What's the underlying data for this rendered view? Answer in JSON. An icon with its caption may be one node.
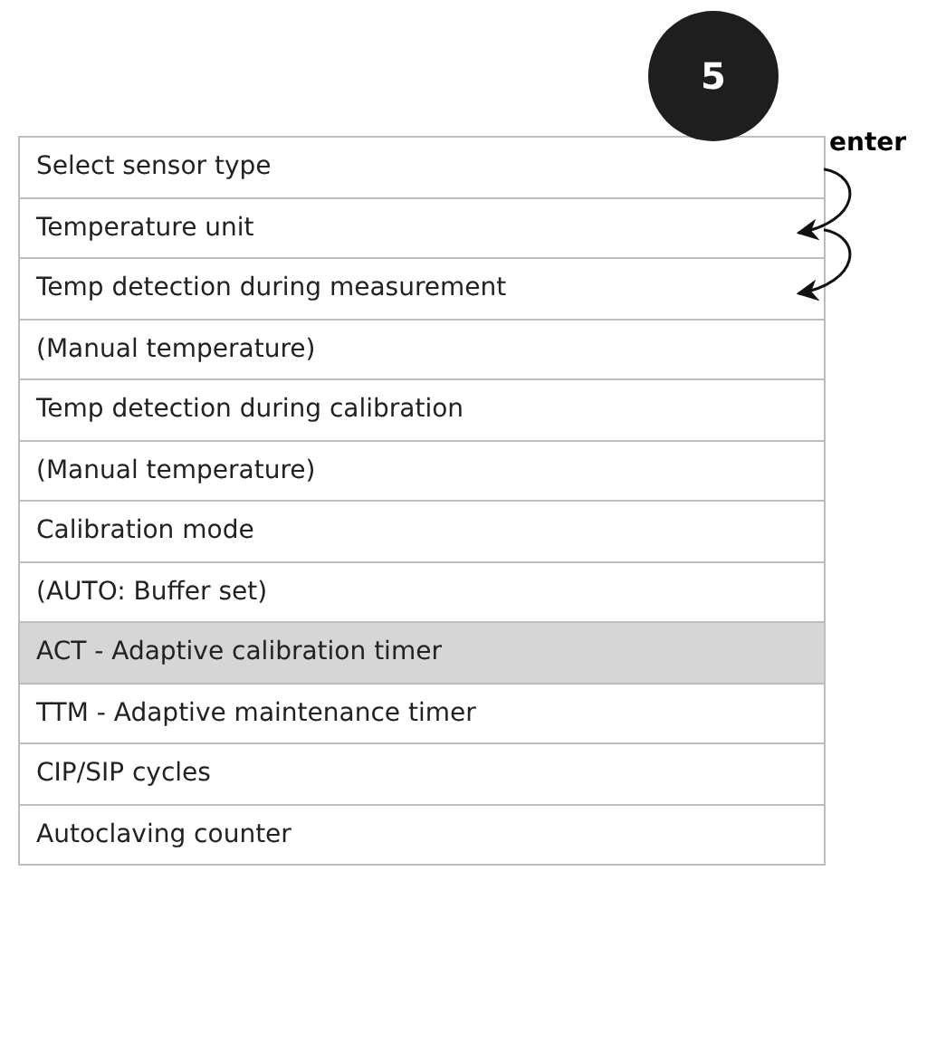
{
  "diagram": {
    "nodes": [
      {
        "text": [
          "5"
        ]
      },
      {
        "text": [
          "Select sensor type"
        ]
      },
      {
        "text": [
          "Temperature unit"
        ]
      },
      {
        "text": [
          "Temp detection during measurement"
        ]
      },
      {
        "text": [
          "(Manual temperature)"
        ]
      },
      {
        "text": [
          "Temp detection during calibration"
        ]
      },
      {
        "text": [
          "(Manual temperature)"
        ]
      },
      {
        "text": [
          "Calibration mode"
        ]
      },
      {
        "text": [
          "(AUTO: Buffer set)"
        ]
      },
      {
        "text": [
          "ACT - Adaptive calibration timer"
        ]
      },
      {
        "text": [
          "TTM - Adaptive maintenance timer"
        ]
      },
      {
        "text": [
          "CIP/SIP cycles"
        ]
      },
      {
        "text": [
          "Autoclaving counter"
        ]
      }
    ],
    "edges": [
      {
        "from": 1,
        "to": 2,
        "arrow": "to",
        "label": "enter"
      },
      {
        "from": 2,
        "to": 3,
        "arrow": "to"
      }
    ]
  }
}
